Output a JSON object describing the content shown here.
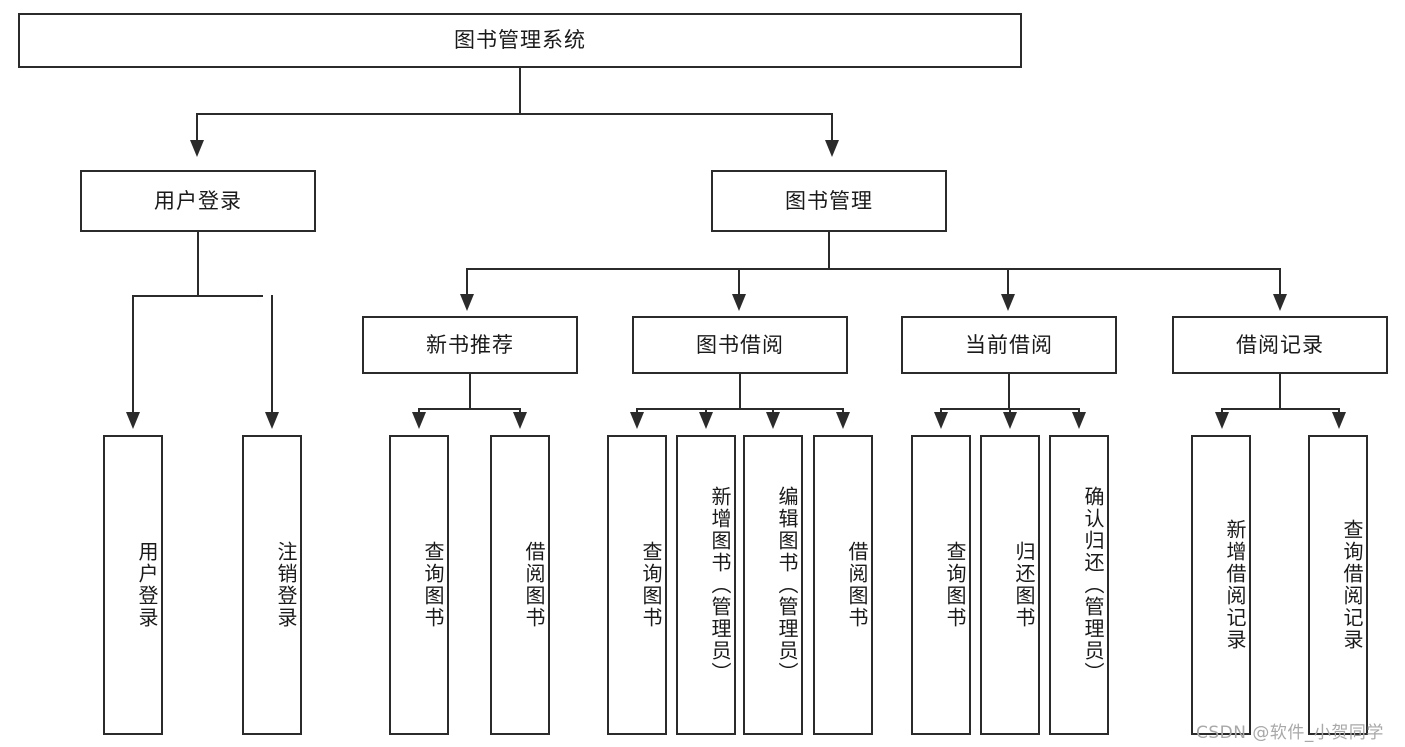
{
  "diagram": {
    "title": "图书管理系统",
    "type": "tree",
    "watermark": "CSDN @软件_小贺同学"
  },
  "root": {
    "label": "图书管理系统"
  },
  "level2": [
    {
      "label": "用户登录"
    },
    {
      "label": "图书管理"
    }
  ],
  "level3": [
    {
      "label": "新书推荐"
    },
    {
      "label": "图书借阅"
    },
    {
      "label": "当前借阅"
    },
    {
      "label": "借阅记录"
    }
  ],
  "leaves": {
    "user_login": [
      {
        "label": "用户登录"
      },
      {
        "label": "注销登录"
      }
    ],
    "new_book": [
      {
        "label": "查询图书"
      },
      {
        "label": "借阅图书"
      }
    ],
    "book_borrow": [
      {
        "label": "查询图书"
      },
      {
        "label": "新增图书（管理员）"
      },
      {
        "label": "编辑图书（管理员）"
      },
      {
        "label": "借阅图书"
      }
    ],
    "current_borrow": [
      {
        "label": "查询图书"
      },
      {
        "label": "归还图书"
      },
      {
        "label": "确认归还（管理员）"
      }
    ],
    "borrow_record": [
      {
        "label": "新增借阅记录"
      },
      {
        "label": "查询借阅记录"
      }
    ]
  },
  "colors": {
    "stroke": "#2b2b2b",
    "fill": "#ffffff",
    "text": "#1a1a1a",
    "watermark": "#a8a8a8"
  }
}
